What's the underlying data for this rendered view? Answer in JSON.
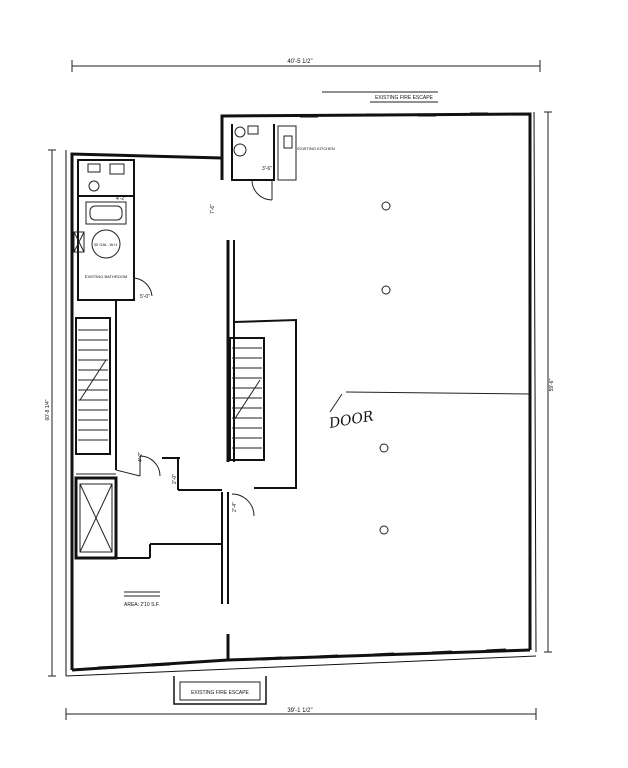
{
  "dimensions": {
    "top": "40'-5 1/2\"",
    "bottom": "39'-1 1/2\"",
    "left": "60'-8 1/4\"",
    "right": "59'-6\""
  },
  "labels": {
    "fire_escape_top": "EXISTING FIRE ESCAPE",
    "fire_escape_bottom": "EXISTING FIRE ESCAPE",
    "area": "AREA: 2'10 S.F.",
    "door_handwritten": "DOOR",
    "existing_bath": "EXISTING BATHROOM",
    "existing_kitchen": "EXISTING KITCHEN",
    "water_heater": "30 GAL. W.H."
  },
  "dimension_notes": {
    "hall_width": "7'-6\"",
    "door_a": "4'-2\"",
    "door_b": "5'-0\"",
    "door_c": "3'-6\"",
    "door_d": "2'-4\"",
    "wall_e": "2'-0\""
  }
}
